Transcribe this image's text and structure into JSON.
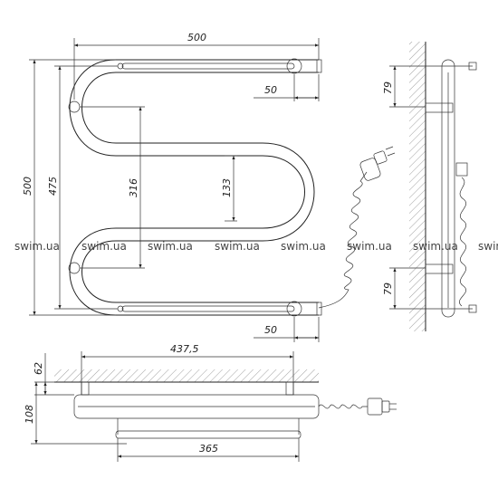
{
  "watermark": "swim.ua",
  "dimensions": {
    "overall_width": "500",
    "top_offset": "50",
    "bottom_offset": "50",
    "overall_height": "500",
    "inner_height": "475",
    "left_span": "316",
    "right_span": "133",
    "side_top": "79",
    "side_bottom": "79",
    "depth_span": "437,5",
    "wall_gap": "62",
    "depth_total": "108",
    "bar_length": "365"
  }
}
